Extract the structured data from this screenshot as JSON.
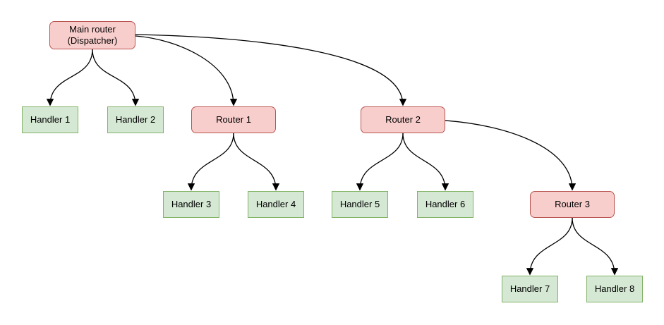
{
  "diagram_type": "tree-flowchart",
  "colors": {
    "canvas_bg": "#ffffff",
    "router_fill": "#f8cecc",
    "router_border": "#b85450",
    "handler_fill": "#d5e8d4",
    "handler_border": "#82b366",
    "edge_color": "#000000",
    "label_color": "#000000"
  },
  "nodes": {
    "main": {
      "label": "Main router\n(Dispatcher)",
      "type": "router"
    },
    "handler1": {
      "label": "Handler 1",
      "type": "handler"
    },
    "handler2": {
      "label": "Handler 2",
      "type": "handler"
    },
    "router1": {
      "label": "Router 1",
      "type": "router"
    },
    "router2": {
      "label": "Router 2",
      "type": "router"
    },
    "handler3": {
      "label": "Handler 3",
      "type": "handler"
    },
    "handler4": {
      "label": "Handler 4",
      "type": "handler"
    },
    "handler5": {
      "label": "Handler 5",
      "type": "handler"
    },
    "handler6": {
      "label": "Handler 6",
      "type": "handler"
    },
    "router3": {
      "label": "Router 3",
      "type": "router"
    },
    "handler7": {
      "label": "Handler 7",
      "type": "handler"
    },
    "handler8": {
      "label": "Handler 8",
      "type": "handler"
    }
  },
  "edges": [
    {
      "from": "main",
      "to": "handler1"
    },
    {
      "from": "main",
      "to": "handler2"
    },
    {
      "from": "main",
      "to": "router1"
    },
    {
      "from": "main",
      "to": "router2"
    },
    {
      "from": "router1",
      "to": "handler3"
    },
    {
      "from": "router1",
      "to": "handler4"
    },
    {
      "from": "router2",
      "to": "handler5"
    },
    {
      "from": "router2",
      "to": "handler6"
    },
    {
      "from": "router2",
      "to": "router3"
    },
    {
      "from": "router3",
      "to": "handler7"
    },
    {
      "from": "router3",
      "to": "handler8"
    }
  ]
}
